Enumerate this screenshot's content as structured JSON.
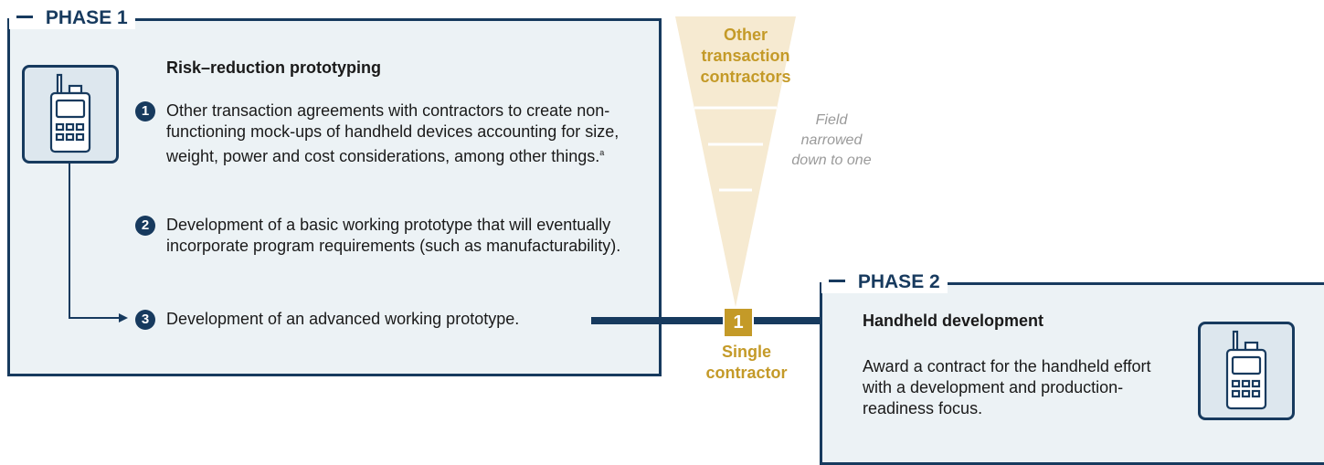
{
  "phase1": {
    "label": "PHASE 1",
    "heading": "Risk–reduction prototyping",
    "items": [
      {
        "num": "1",
        "text": "Other transaction agreements with contractors to create non-functioning mock-ups of handheld devices accounting for size, weight, power and cost considerations, among other things.",
        "footnote": "a"
      },
      {
        "num": "2",
        "text": "Development of a basic working prototype that will eventually incorporate program requirements (such as manufacturability)."
      },
      {
        "num": "3",
        "text": "Development of an advanced working prototype."
      }
    ]
  },
  "funnel": {
    "top_label": "Other transaction contractors",
    "side_label": "Field narrowed down to one",
    "badge": "1",
    "bottom_label": "Single contractor"
  },
  "phase2": {
    "label": "PHASE 2",
    "heading": "Handheld development",
    "text": "Award a contract for the handheld effort with a development and production-readiness focus."
  },
  "colors": {
    "navy": "#173a5e",
    "gold": "#c49a28",
    "panel": "#ecf2f5",
    "funnel": "#f6ead1"
  },
  "icons": [
    "handheld-radio-icon"
  ]
}
